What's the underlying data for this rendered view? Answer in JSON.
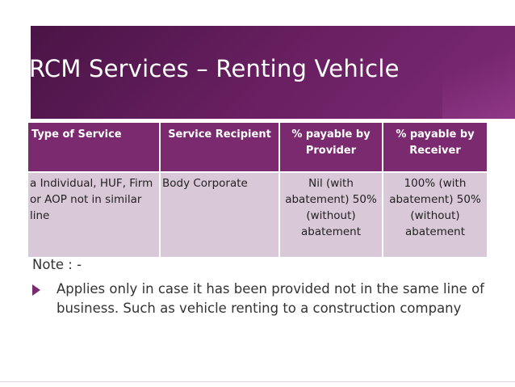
{
  "slide": {
    "title": "RCM Services – Renting Vehicle"
  },
  "table": {
    "headers": [
      "Type of Service",
      "Service Recipient",
      "% payable by Provider",
      "% payable by Receiver"
    ],
    "row": {
      "type_of_service": "a Individual, HUF, Firm or AOP not in similar line",
      "service_recipient": "Body Corporate",
      "payable_by_provider": "Nil (with abatement) 50% (without) abatement",
      "payable_by_receiver": "100% (with abatement) 50% (without) abatement"
    }
  },
  "note": {
    "label": "Note : -",
    "bullet": "Applies only in case it has been provided not in the same line of business. Such as vehicle renting to a construction company"
  },
  "colors": {
    "title_band": "#6b2063",
    "header_cell": "#7b2a70",
    "body_cell": "#d9c8d7",
    "bullet_arrow": "#7b2a70"
  }
}
